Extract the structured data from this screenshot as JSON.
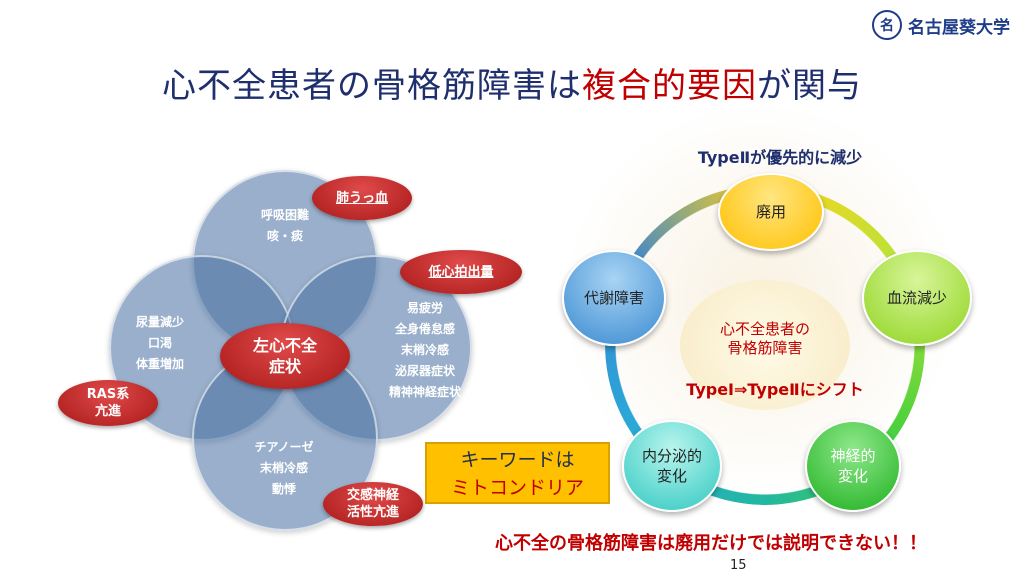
{
  "logo": {
    "mark": "名",
    "name": "名古屋葵大学"
  },
  "title": {
    "part1": "心不全患者の骨格筋障害は",
    "part2": "複合的要因",
    "part3": "が関与"
  },
  "venn": {
    "top": [
      "呼吸困難",
      "咳・痰"
    ],
    "left": [
      "尿量減少",
      "口渇",
      "体重増加"
    ],
    "right": [
      "易疲労",
      "全身倦怠感",
      "末梢冷感",
      "泌尿器症状",
      "精神神経症状"
    ],
    "bottom": [
      "チアノーゼ",
      "末梢冷感",
      "動悸"
    ],
    "center": [
      "左心不全",
      "症状"
    ],
    "badges": {
      "lung": "肺うっ血",
      "output": "低心拍出量",
      "ras": [
        "RAS系",
        "亢進"
      ],
      "sympathetic": [
        "交感神経",
        "活性亢進"
      ]
    }
  },
  "keyword": {
    "line1": "キーワードは",
    "line2": "ミトコンドリア"
  },
  "cycle": {
    "header": "TypeⅡが優先的に減少",
    "nodes": {
      "disuse": "廃用",
      "blood": "血流減少",
      "neural": [
        "神経的",
        "変化"
      ],
      "endocrine": [
        "内分泌的",
        "変化"
      ],
      "metabolic": "代謝障害"
    },
    "center": [
      "心不全患者の",
      "骨格筋障害"
    ],
    "shift": "TypeⅠ⇒TypeⅡにシフト"
  },
  "conclusion": "心不全の骨格筋障害は廃用だけでは説明できない！！",
  "page_number": "15"
}
